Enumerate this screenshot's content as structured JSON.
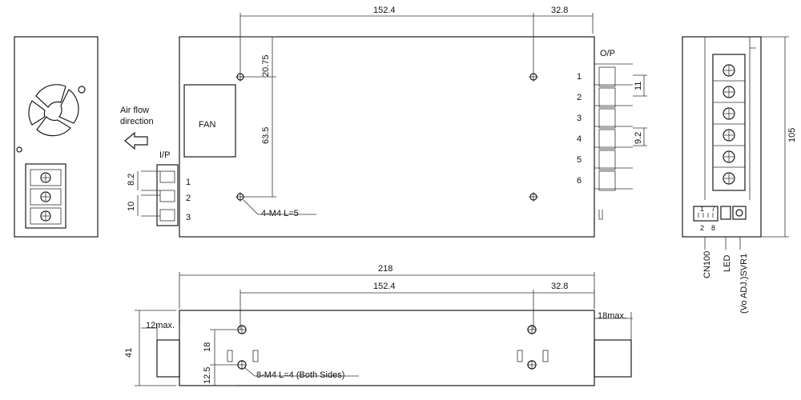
{
  "top_view": {
    "dim_152": "152.4",
    "dim_32": "32.8",
    "dim_20": "20.75",
    "dim_63": "63.5",
    "fan_label": "FAN",
    "mount_label": "4-M4 L=5",
    "op_label": "O/P",
    "op_pins": [
      "1",
      "2",
      "3",
      "4",
      "5",
      "6"
    ],
    "dim_11": "11",
    "dim_9_2": "9.2"
  },
  "left_view": {
    "airflow_line1": "Air flow",
    "airflow_line2": "direction",
    "ip_label": "I/P",
    "ip_pins": [
      "1",
      "2",
      "3"
    ],
    "dim_8_2": "8.2",
    "dim_10": "10"
  },
  "right_view": {
    "dim_105": "105",
    "cn100": "CN100",
    "led": "LED",
    "svr1": "(Vo ADJ.)SVR1",
    "cn_pin_top_1": "1",
    "cn_pin_top_7": "7",
    "cn_pin_bot_2": "2",
    "cn_pin_bot_8": "8"
  },
  "bottom_view": {
    "dim_218": "218",
    "dim_152": "152.4",
    "dim_32": "32.8",
    "dim_41": "41",
    "dim_12max": "12max.",
    "dim_18max": "18max.",
    "dim_18": "18",
    "dim_12_5": "12.5",
    "mount_label": "8-M4 L=4 (Both Sides)"
  }
}
